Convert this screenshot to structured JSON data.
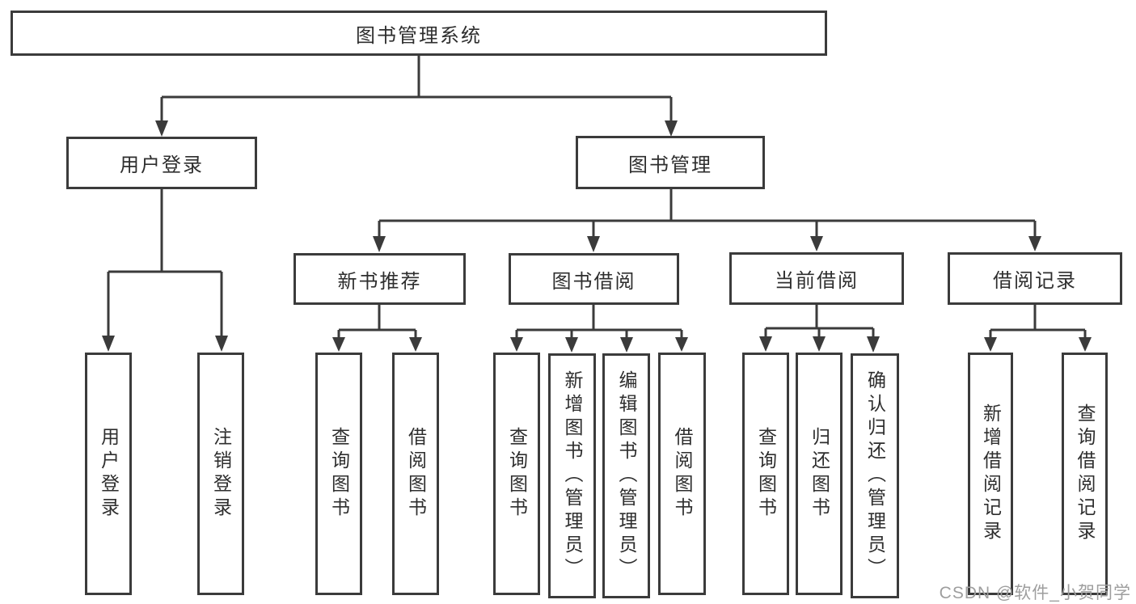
{
  "colors": {
    "line": "#3b3b3b",
    "text": "#2e2e2e",
    "box_fill": "#ffffff",
    "watermark": "#9e9e9e",
    "background": "#ffffff"
  },
  "watermark": {
    "text": "CSDN @软件_小贺同学"
  },
  "diagram": {
    "root": {
      "label": "图书管理系统",
      "children": [
        {
          "label": "用户登录",
          "children": [
            {
              "label": "用户登录"
            },
            {
              "label": "注销登录"
            }
          ]
        },
        {
          "label": "图书管理",
          "children": [
            {
              "label": "新书推荐",
              "children": [
                {
                  "label": "查询图书"
                },
                {
                  "label": "借阅图书"
                }
              ]
            },
            {
              "label": "图书借阅",
              "children": [
                {
                  "label": "查询图书"
                },
                {
                  "label": "新增图书（管理员）"
                },
                {
                  "label": "编辑图书（管理员）"
                },
                {
                  "label": "借阅图书"
                }
              ]
            },
            {
              "label": "当前借阅",
              "children": [
                {
                  "label": "查询图书"
                },
                {
                  "label": "归还图书"
                },
                {
                  "label": "确认归还（管理员）"
                }
              ]
            },
            {
              "label": "借阅记录",
              "children": [
                {
                  "label": "新增借阅记录"
                },
                {
                  "label": "查询借阅记录"
                }
              ]
            }
          ]
        }
      ]
    }
  }
}
